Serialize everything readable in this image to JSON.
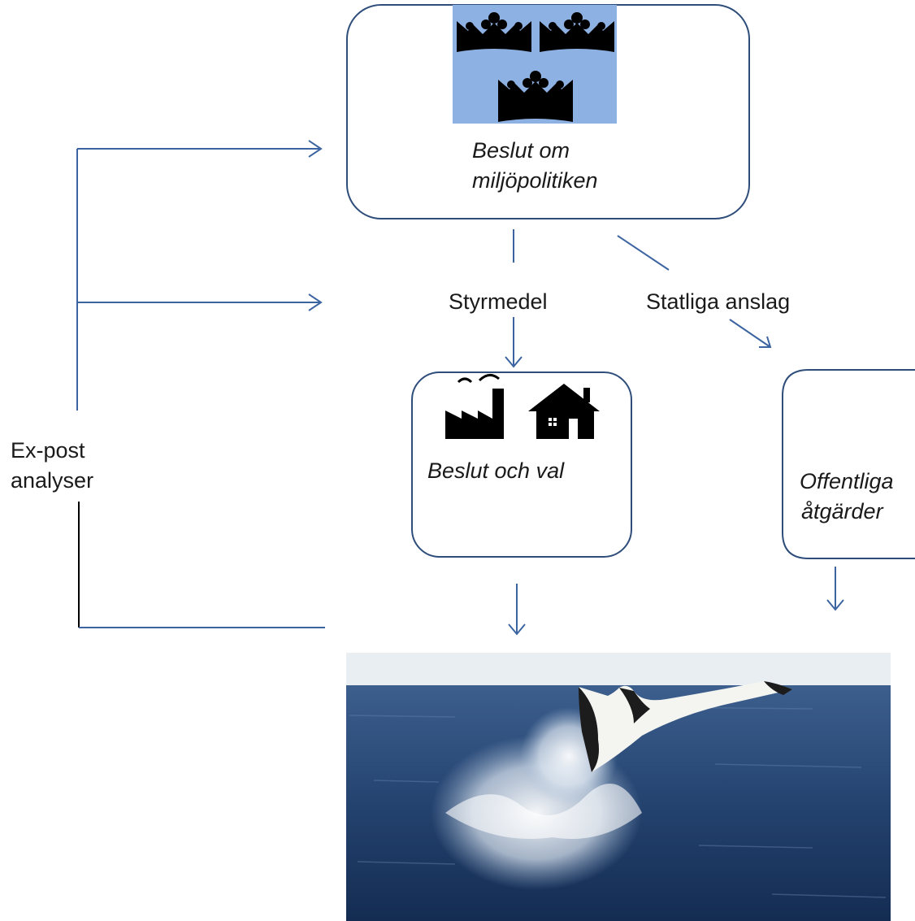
{
  "nodes": {
    "policy_box": {
      "label_line1": "Beslut om",
      "label_line2": "miljöpolitiken",
      "icon": "three-crowns-emblem"
    },
    "styrmedel": {
      "label": "Styrmedel"
    },
    "statliga_anslag": {
      "label": "Statliga anslag"
    },
    "actors_box": {
      "label": "Beslut och val",
      "icons": [
        "factory-icon",
        "house-icon"
      ]
    },
    "public_box": {
      "label_line1": "Offentliga",
      "label_line2": "åtgärder"
    },
    "outcome_image": {
      "subject": "manta-ray-leaping-from-sea-photo"
    },
    "expost": {
      "label_line1": "Ex-post",
      "label_line2": "analyser"
    }
  },
  "colors": {
    "line": "#3c64a0",
    "box_border": "#2e4d7a",
    "emblem_bg": "#8eb1e3",
    "sky": "#e9eef3",
    "sea": "#1d3a66"
  }
}
